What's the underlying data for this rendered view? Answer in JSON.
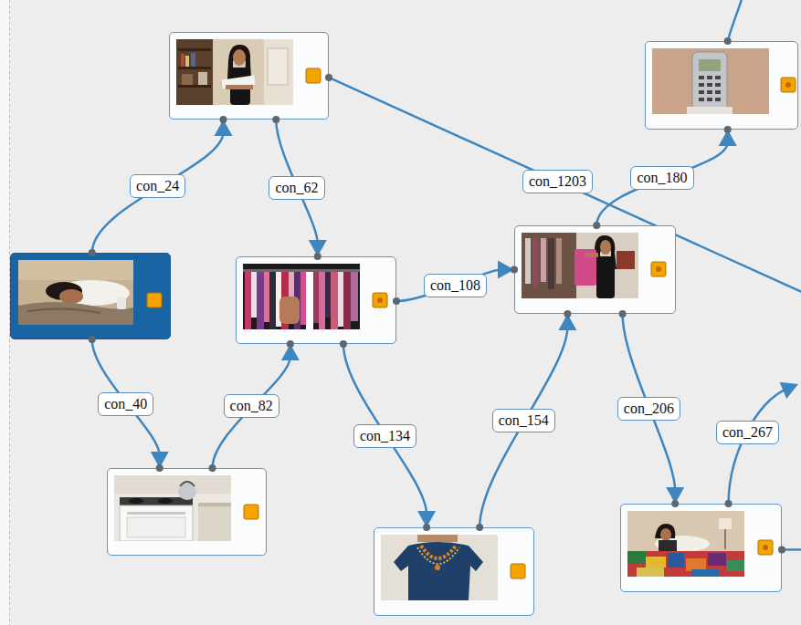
{
  "diagram": {
    "nodes": [
      {
        "text": []
      },
      {
        "text": []
      },
      {
        "text": []
      },
      {
        "text": []
      },
      {
        "text": []
      },
      {
        "text": []
      },
      {
        "text": []
      },
      {
        "text": []
      }
    ],
    "edges": [
      {
        "from": 1,
        "to": 0,
        "arrow": "to",
        "label": "con_24"
      },
      {
        "from": 0,
        "to": 2,
        "arrow": "to",
        "label": "con_62"
      },
      {
        "from": 1,
        "to": 3,
        "arrow": "to",
        "label": "con_40"
      },
      {
        "from": 3,
        "to": 2,
        "arrow": "to",
        "label": "con_82"
      },
      {
        "from": 2,
        "to": 5,
        "arrow": "to",
        "label": "con_108"
      },
      {
        "from": 2,
        "to": 4,
        "arrow": "to",
        "label": "con_134"
      },
      {
        "from": 4,
        "to": 5,
        "arrow": "to",
        "label": "con_154"
      },
      {
        "from": 5,
        "to": 6,
        "arrow": "to",
        "label": "con_180"
      },
      {
        "from": 5,
        "to": 7,
        "arrow": "to",
        "label": "con_206"
      }
    ],
    "labels": [
      "con_1203",
      "con_267"
    ]
  }
}
